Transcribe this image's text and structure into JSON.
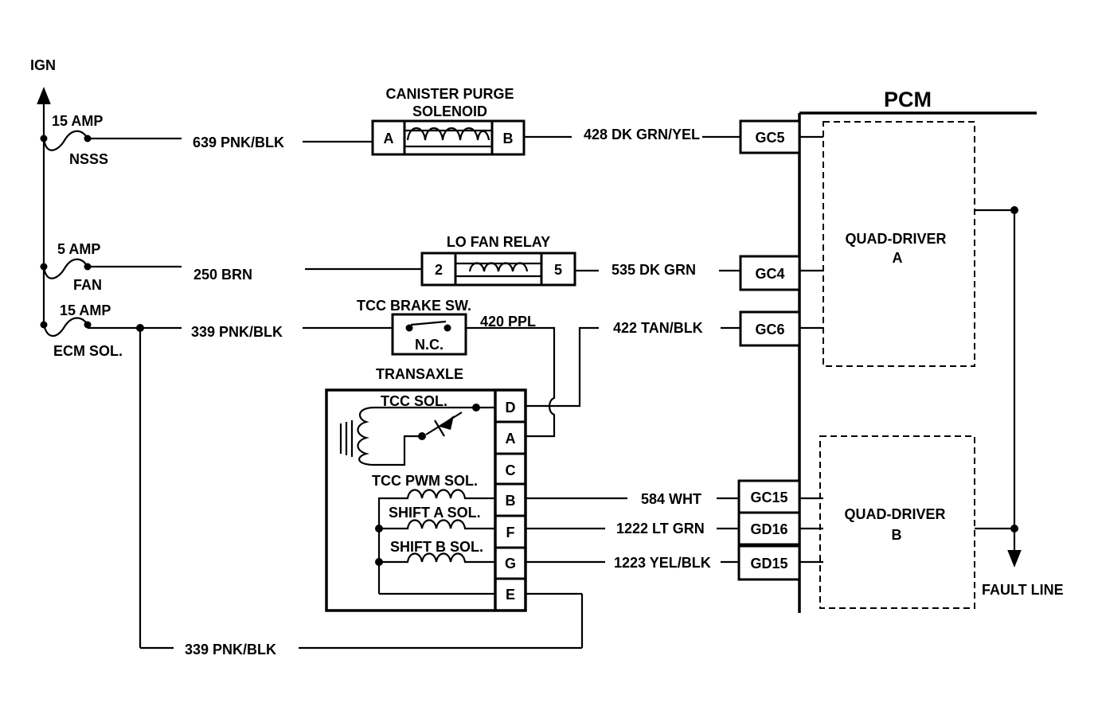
{
  "power": {
    "ign": "IGN",
    "fuses": [
      {
        "rating": "15 AMP",
        "name": "NSSS"
      },
      {
        "rating": "5 AMP",
        "name": "FAN"
      },
      {
        "rating": "15 AMP",
        "name": "ECM SOL."
      }
    ]
  },
  "wires": {
    "w639": "639 PNK/BLK",
    "w250": "250 BRN",
    "w339_top": "339 PNK/BLK",
    "w339_bottom": "339 PNK/BLK",
    "w428": "428 DK GRN/YEL",
    "w535": "535 DK GRN",
    "w422": "422 TAN/BLK",
    "w420": "420 PPL",
    "w584": "584 WHT",
    "w1222": "1222 LT GRN",
    "w1223": "1223 YEL/BLK"
  },
  "components": {
    "canister_purge": {
      "line1": "CANISTER PURGE",
      "line2": "SOLENOID",
      "pin_a": "A",
      "pin_b": "B"
    },
    "lo_fan_relay": {
      "title": "LO FAN RELAY",
      "pin_2": "2",
      "pin_5": "5"
    },
    "tcc_brake_sw": {
      "title": "TCC BRAKE SW.",
      "state": "N.C."
    },
    "transaxle": {
      "title": "TRANSAXLE",
      "tcc_sol": "TCC SOL.",
      "tcc_pwm_sol": "TCC PWM SOL.",
      "shift_a_sol": "SHIFT A SOL.",
      "shift_b_sol": "SHIFT B SOL.",
      "pins": [
        "D",
        "A",
        "C",
        "B",
        "F",
        "G",
        "E"
      ]
    }
  },
  "pcm": {
    "title": "PCM",
    "terminals": [
      "GC5",
      "GC4",
      "GC6",
      "GC15",
      "GD16",
      "GD15"
    ],
    "quad_a": {
      "line1": "QUAD-DRIVER",
      "line2": "A"
    },
    "quad_b": {
      "line1": "QUAD-DRIVER",
      "line2": "B"
    },
    "fault_line": "FAULT LINE"
  }
}
